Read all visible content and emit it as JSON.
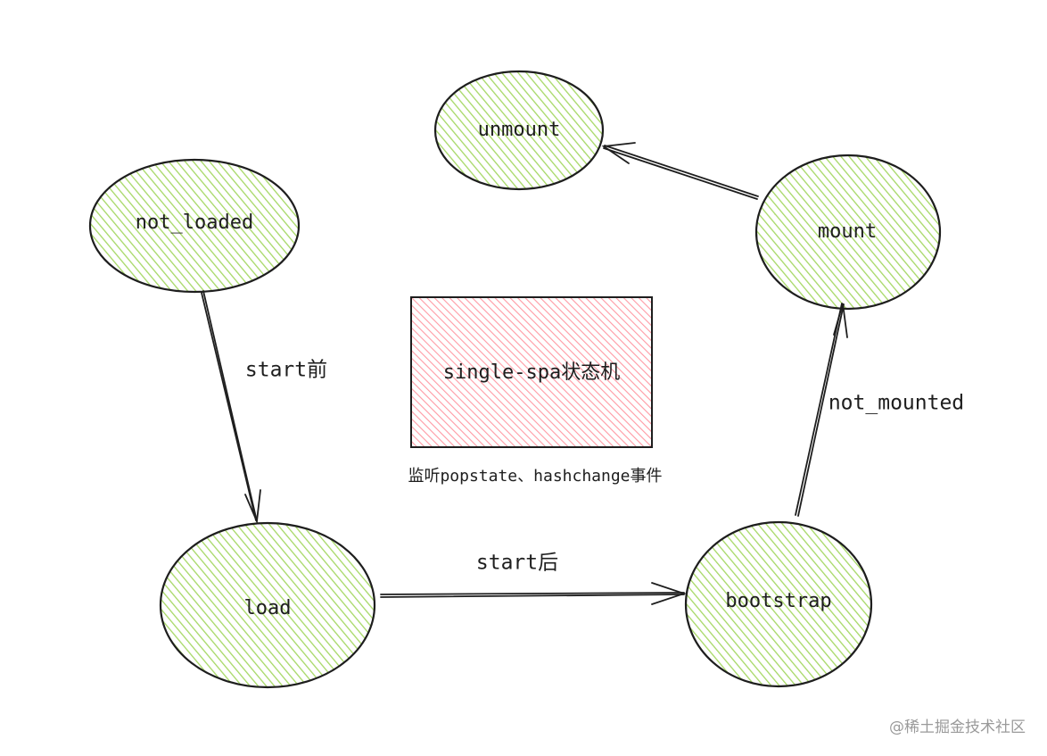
{
  "nodes": {
    "not_loaded": "not_loaded",
    "load": "load",
    "bootstrap": "bootstrap",
    "mount": "mount",
    "unmount": "unmount"
  },
  "edges": {
    "not_loaded_to_load": "start前",
    "load_to_bootstrap": "start后",
    "bootstrap_to_mount": "not_mounted"
  },
  "center": {
    "title": "single-spa状态机",
    "caption": "监听popstate、hashchange事件"
  },
  "watermark": "@稀土掘金技术社区",
  "colors": {
    "node_fill": "#b2e06a",
    "center_fill": "#ff9aa4",
    "stroke": "#1e1e1e"
  }
}
